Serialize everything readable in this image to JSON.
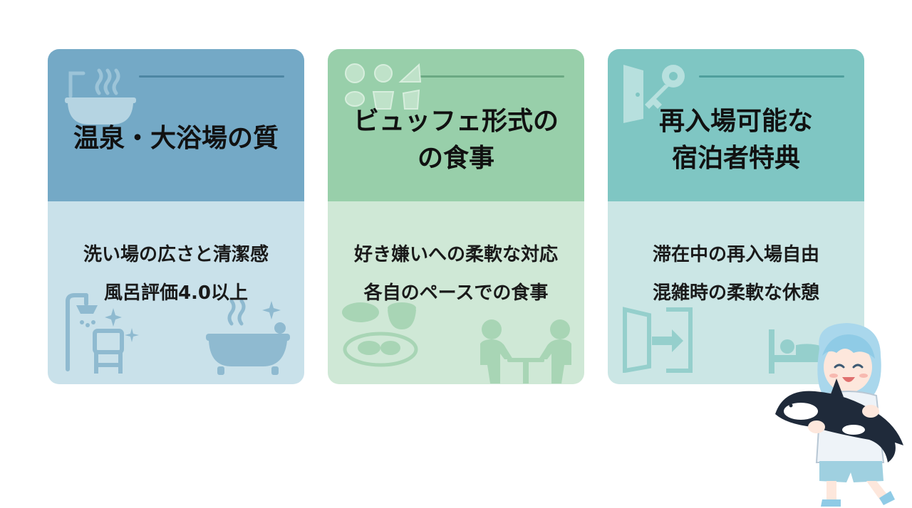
{
  "cards": [
    {
      "title_lines": [
        "温泉・大浴場の質"
      ],
      "points": [
        "洗い場の広さと清潔感",
        "風呂評価4.0以上"
      ],
      "icons": [
        "bathtub-icon",
        "shower-icon",
        "stool-icon",
        "sparkle-icon"
      ]
    },
    {
      "title_lines": [
        "ビュッフェ形式の",
        "の食事"
      ],
      "points": [
        "好き嫌いへの柔軟な対応",
        "各自のペースでの食事"
      ],
      "icons": [
        "food-variety-icon",
        "food-plates-icon",
        "dining-people-icon"
      ]
    },
    {
      "title_lines": [
        "再入場可能な",
        "宿泊者特典"
      ],
      "points": [
        "滞在中の再入場自由",
        "混雑時の柔軟な休憩"
      ],
      "icons": [
        "door-key-icon",
        "exit-door-icon",
        "bed-rest-icon"
      ]
    }
  ],
  "colors": {
    "card1_top": "#74a9c6",
    "card1_bottom": "#c9e1ea",
    "card2_top": "#98cfaa",
    "card2_bottom": "#cfe8d6",
    "card3_top": "#7fc6c3",
    "card3_bottom": "#cbe6e5"
  },
  "mascot": {
    "icon": "girl-holding-orca-icon"
  }
}
